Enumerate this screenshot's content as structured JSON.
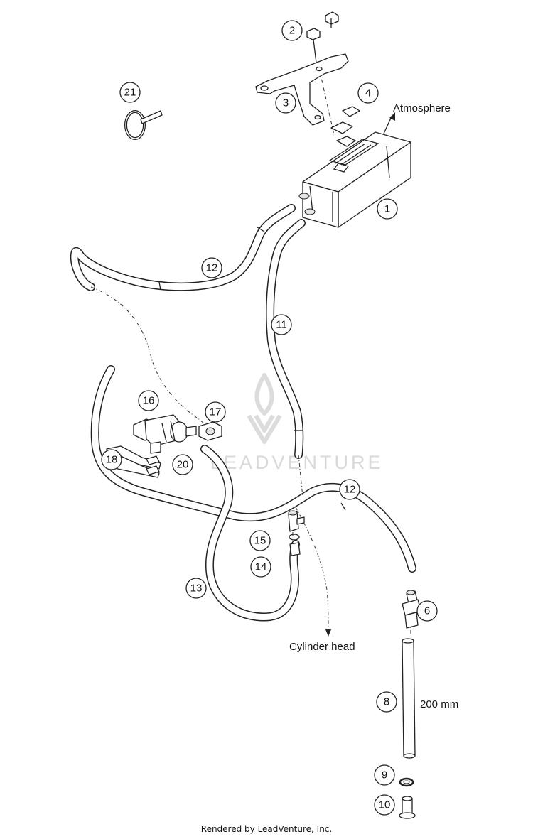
{
  "diagram": {
    "callouts": [
      {
        "id": "callout-1",
        "text": "1"
      },
      {
        "id": "callout-2",
        "text": "2"
      },
      {
        "id": "callout-3",
        "text": "3"
      },
      {
        "id": "callout-4",
        "text": "4"
      },
      {
        "id": "callout-6",
        "text": "6"
      },
      {
        "id": "callout-8",
        "text": "8"
      },
      {
        "id": "callout-9",
        "text": "9"
      },
      {
        "id": "callout-10",
        "text": "10"
      },
      {
        "id": "callout-11",
        "text": "11"
      },
      {
        "id": "callout-12a",
        "text": "12"
      },
      {
        "id": "callout-12b",
        "text": "12"
      },
      {
        "id": "callout-13",
        "text": "13"
      },
      {
        "id": "callout-14",
        "text": "14"
      },
      {
        "id": "callout-15",
        "text": "15"
      },
      {
        "id": "callout-16",
        "text": "16"
      },
      {
        "id": "callout-17",
        "text": "17"
      },
      {
        "id": "callout-18",
        "text": "18"
      },
      {
        "id": "callout-20",
        "text": "20"
      },
      {
        "id": "callout-21",
        "text": "21"
      }
    ],
    "labels": {
      "atmosphere": "Atmosphere",
      "cylinder_head": "Cylinder head",
      "length": "200 mm"
    },
    "watermark": "LEADVENTURE"
  },
  "footer": {
    "text": "Rendered by LeadVenture, Inc."
  }
}
